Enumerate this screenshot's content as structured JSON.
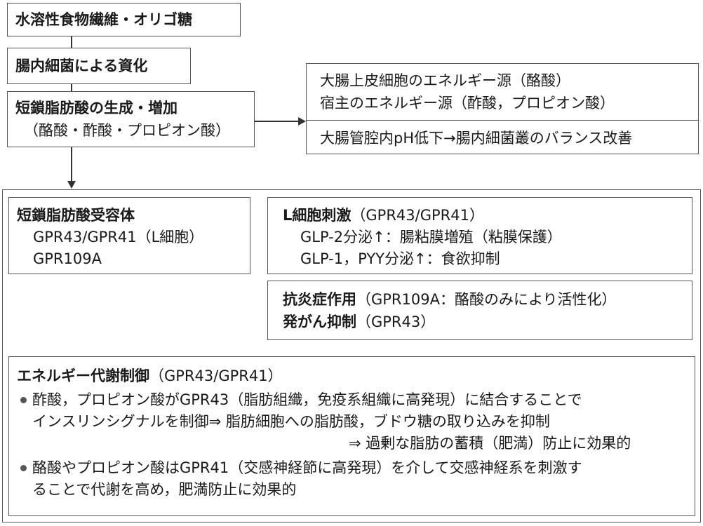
{
  "step1": "水溶性食物繊維・オリゴ糖",
  "step2": "腸内細菌による資化",
  "step3": {
    "title": "短鎖脂肪酸の生成・増加",
    "sub": "（酪酸・酢酸・プロピオン酸）"
  },
  "energy_box": {
    "line1": "大腸上皮細胞のエネルギー源（酪酸）",
    "line2": "宿主のエネルギー源（酢酸，プロピオン酸）",
    "line3": "大腸管腔内pH低下→腸内細菌叢のバランス改善"
  },
  "receptor_box": {
    "title": "短鎖脂肪酸受容体",
    "line1": "GPR43/GPR41（L細胞）",
    "line2": "GPR109A"
  },
  "lcell_box": {
    "title_bold": "L細胞刺激",
    "title_rest": "（GPR43/GPR41）",
    "line1": "GLP-2分泌↑：腸粘膜増殖（粘膜保護）",
    "line2": "GLP-1，PYY分泌↑：食欲抑制"
  },
  "anti_box": {
    "l1_bold": "抗炎症作用",
    "l1_rest": "（GPR109A：酪酸のみにより活性化）",
    "l2_bold": "発がん抑制",
    "l2_rest": "（GPR43）"
  },
  "metab_box": {
    "title_bold": "エネルギー代謝制御",
    "title_rest": "（GPR43/GPR41）",
    "b1_line1": "酢酸，プロピオン酸がGPR43（脂肪組織，免疫系組織に高発現）に結合することで",
    "b1_line2": "インスリンシグナルを制御⇒ 脂肪細胞への脂肪酸，ブドウ糖の取り込みを抑制",
    "b1_line3": "⇒ 過剰な脂肪の蓄積（肥満）防止に効果的",
    "b2_line1": "酪酸やプロピオン酸はGPR41（交感神経節に高発現）を介して交感神経系を刺激す",
    "b2_line2": "ることで代謝を高め，肥満防止に効果的"
  }
}
